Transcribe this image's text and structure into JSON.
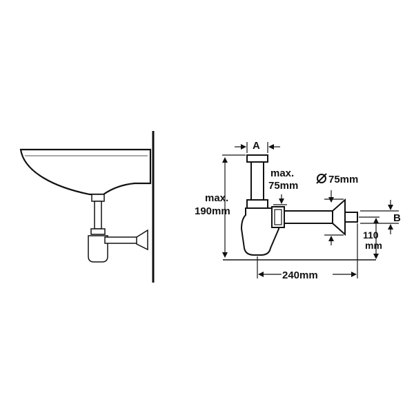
{
  "labels": {
    "a": "A",
    "b": "B",
    "max_75_line1": "max.",
    "max_75_line2": "75mm",
    "diameter": "75mm",
    "max_190_line1": "max.",
    "max_190_line2": "190mm",
    "width_240": "240mm",
    "height_110_line1": "110",
    "height_110_line2": "mm"
  },
  "icons": {
    "diameter_symbol": "diameter-icon"
  },
  "colors": {
    "line": "#111111",
    "background": "#ffffff"
  }
}
